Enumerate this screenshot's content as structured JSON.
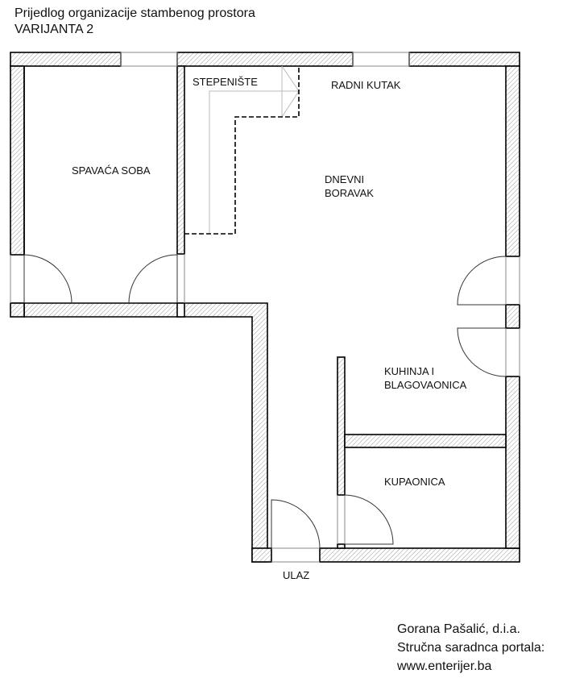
{
  "header": {
    "title": "Prijedlog organizacije stambenog prostora",
    "subtitle": "VARIJANTA 2"
  },
  "rooms": {
    "stairs": "STEPENIŠTE",
    "work_corner": "RADNI KUTAK",
    "bedroom": "SPAVAĆA SOBA",
    "living_1": "DNEVNI",
    "living_2": "BORAVAK",
    "kitchen_1": "KUHINJA I",
    "kitchen_2": "BLAGOVAONICA",
    "bathroom": "KUPAONICA",
    "entrance": "ULAZ"
  },
  "credits": {
    "author": "Gorana Pašalić, d.i.a.",
    "role": "Stručna saradnca portala:",
    "site": "www.enterijer.ba"
  }
}
